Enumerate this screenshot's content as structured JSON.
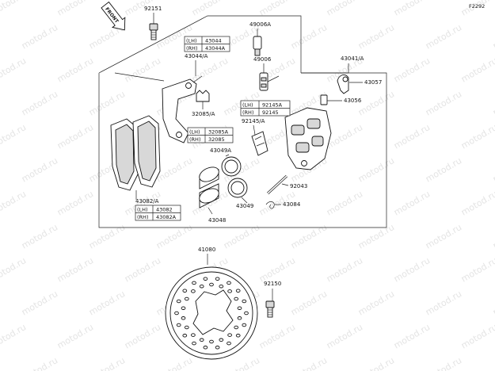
{
  "diagram": {
    "figure_code": "F2292",
    "front_label": "FRONT",
    "watermark": "motod.ru",
    "parts": {
      "p92151": "92151",
      "p49006A": "49006A",
      "p43041A": "43041/A",
      "p43044A": "43044/A",
      "p49006": "49006",
      "p43057": "43057",
      "p43056": "43056",
      "p32085A": "32085/A",
      "p92145A": "92145/A",
      "p43049A": "43049A",
      "p92043": "92043",
      "p43049": "43049",
      "p43084": "43084",
      "p43048": "43048",
      "p43082A": "43082/A",
      "p41080": "41080",
      "p92150": "92150"
    },
    "tables": {
      "t43044": {
        "lh_tag": "(LH)",
        "lh": "43044",
        "rh_tag": "(RH)",
        "rh": "43044A"
      },
      "t92145": {
        "lh_tag": "(LH)",
        "lh": "92145A",
        "rh_tag": "(RH)",
        "rh": "92145"
      },
      "t32085": {
        "lh_tag": "(LH)",
        "lh": "32085A",
        "rh_tag": "(RH)",
        "rh": "32085"
      },
      "t43082": {
        "lh_tag": "(LH)",
        "lh": "43082",
        "rh_tag": "(RH)",
        "rh": "43082A"
      }
    }
  }
}
